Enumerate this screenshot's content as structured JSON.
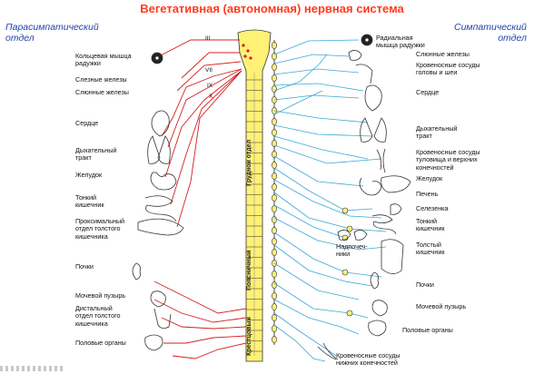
{
  "title": "Вегетативная (автономная) нервная система",
  "parasympathetic_heading": "Парасимпатический\nотдел",
  "sympathetic_heading": "Симпатический\nотдел",
  "cranial_nerves": [
    "III",
    "VII",
    "IX",
    "X"
  ],
  "cord_segments": {
    "thoracic": "Грудной отдел",
    "lumbar": "Поясничный",
    "sacral": "Крестцовый"
  },
  "left_labels": {
    "iris_sphincter": "Кольцевая мышца\nрадужки",
    "lacrimal": "Слезные железы",
    "salivary": "Слюнные железы",
    "heart": "Сердце",
    "respiratory": "Дыхательный\nтракт",
    "stomach": "Желудок",
    "small_intestine": "Тонкий\nкишечник",
    "proximal_colon": "Проксимальный\nотдел толстого\nкишечника",
    "kidneys": "Почки",
    "bladder": "Мочевой пузырь",
    "distal_colon": "Дистальный\nотдел толстого\nкишечника",
    "genitals": "Половые органы"
  },
  "right_labels": {
    "iris_radial": "Радиальная\nмышца радужки",
    "salivary": "Слюнные железы",
    "head_vessels": "Кровеносные сосуды\nголовы и шеи",
    "heart": "Сердце",
    "respiratory": "Дыхательный\nтракт",
    "trunk_vessels": "Кровеносные сосуды\nтуловища и верхних\nконечностей",
    "stomach": "Желудок",
    "liver": "Печень",
    "spleen": "Селезенка",
    "small_intestine": "Тонкий\nкишечник",
    "adrenal": "Надпочеч-\nники",
    "large_intestine": "Толстый\nкишечник",
    "kidneys": "Почки",
    "bladder": "Мочевой пузырь",
    "genitals": "Половые органы",
    "lower_vessels": "Кровеносные сосуды\nнижних конечностей"
  },
  "colors": {
    "parasympathetic": "#d42020",
    "sympathetic": "#3aa7d8",
    "cord_fill": "#fff176",
    "title": "#ff3b1f",
    "heading": "#2244aa"
  }
}
